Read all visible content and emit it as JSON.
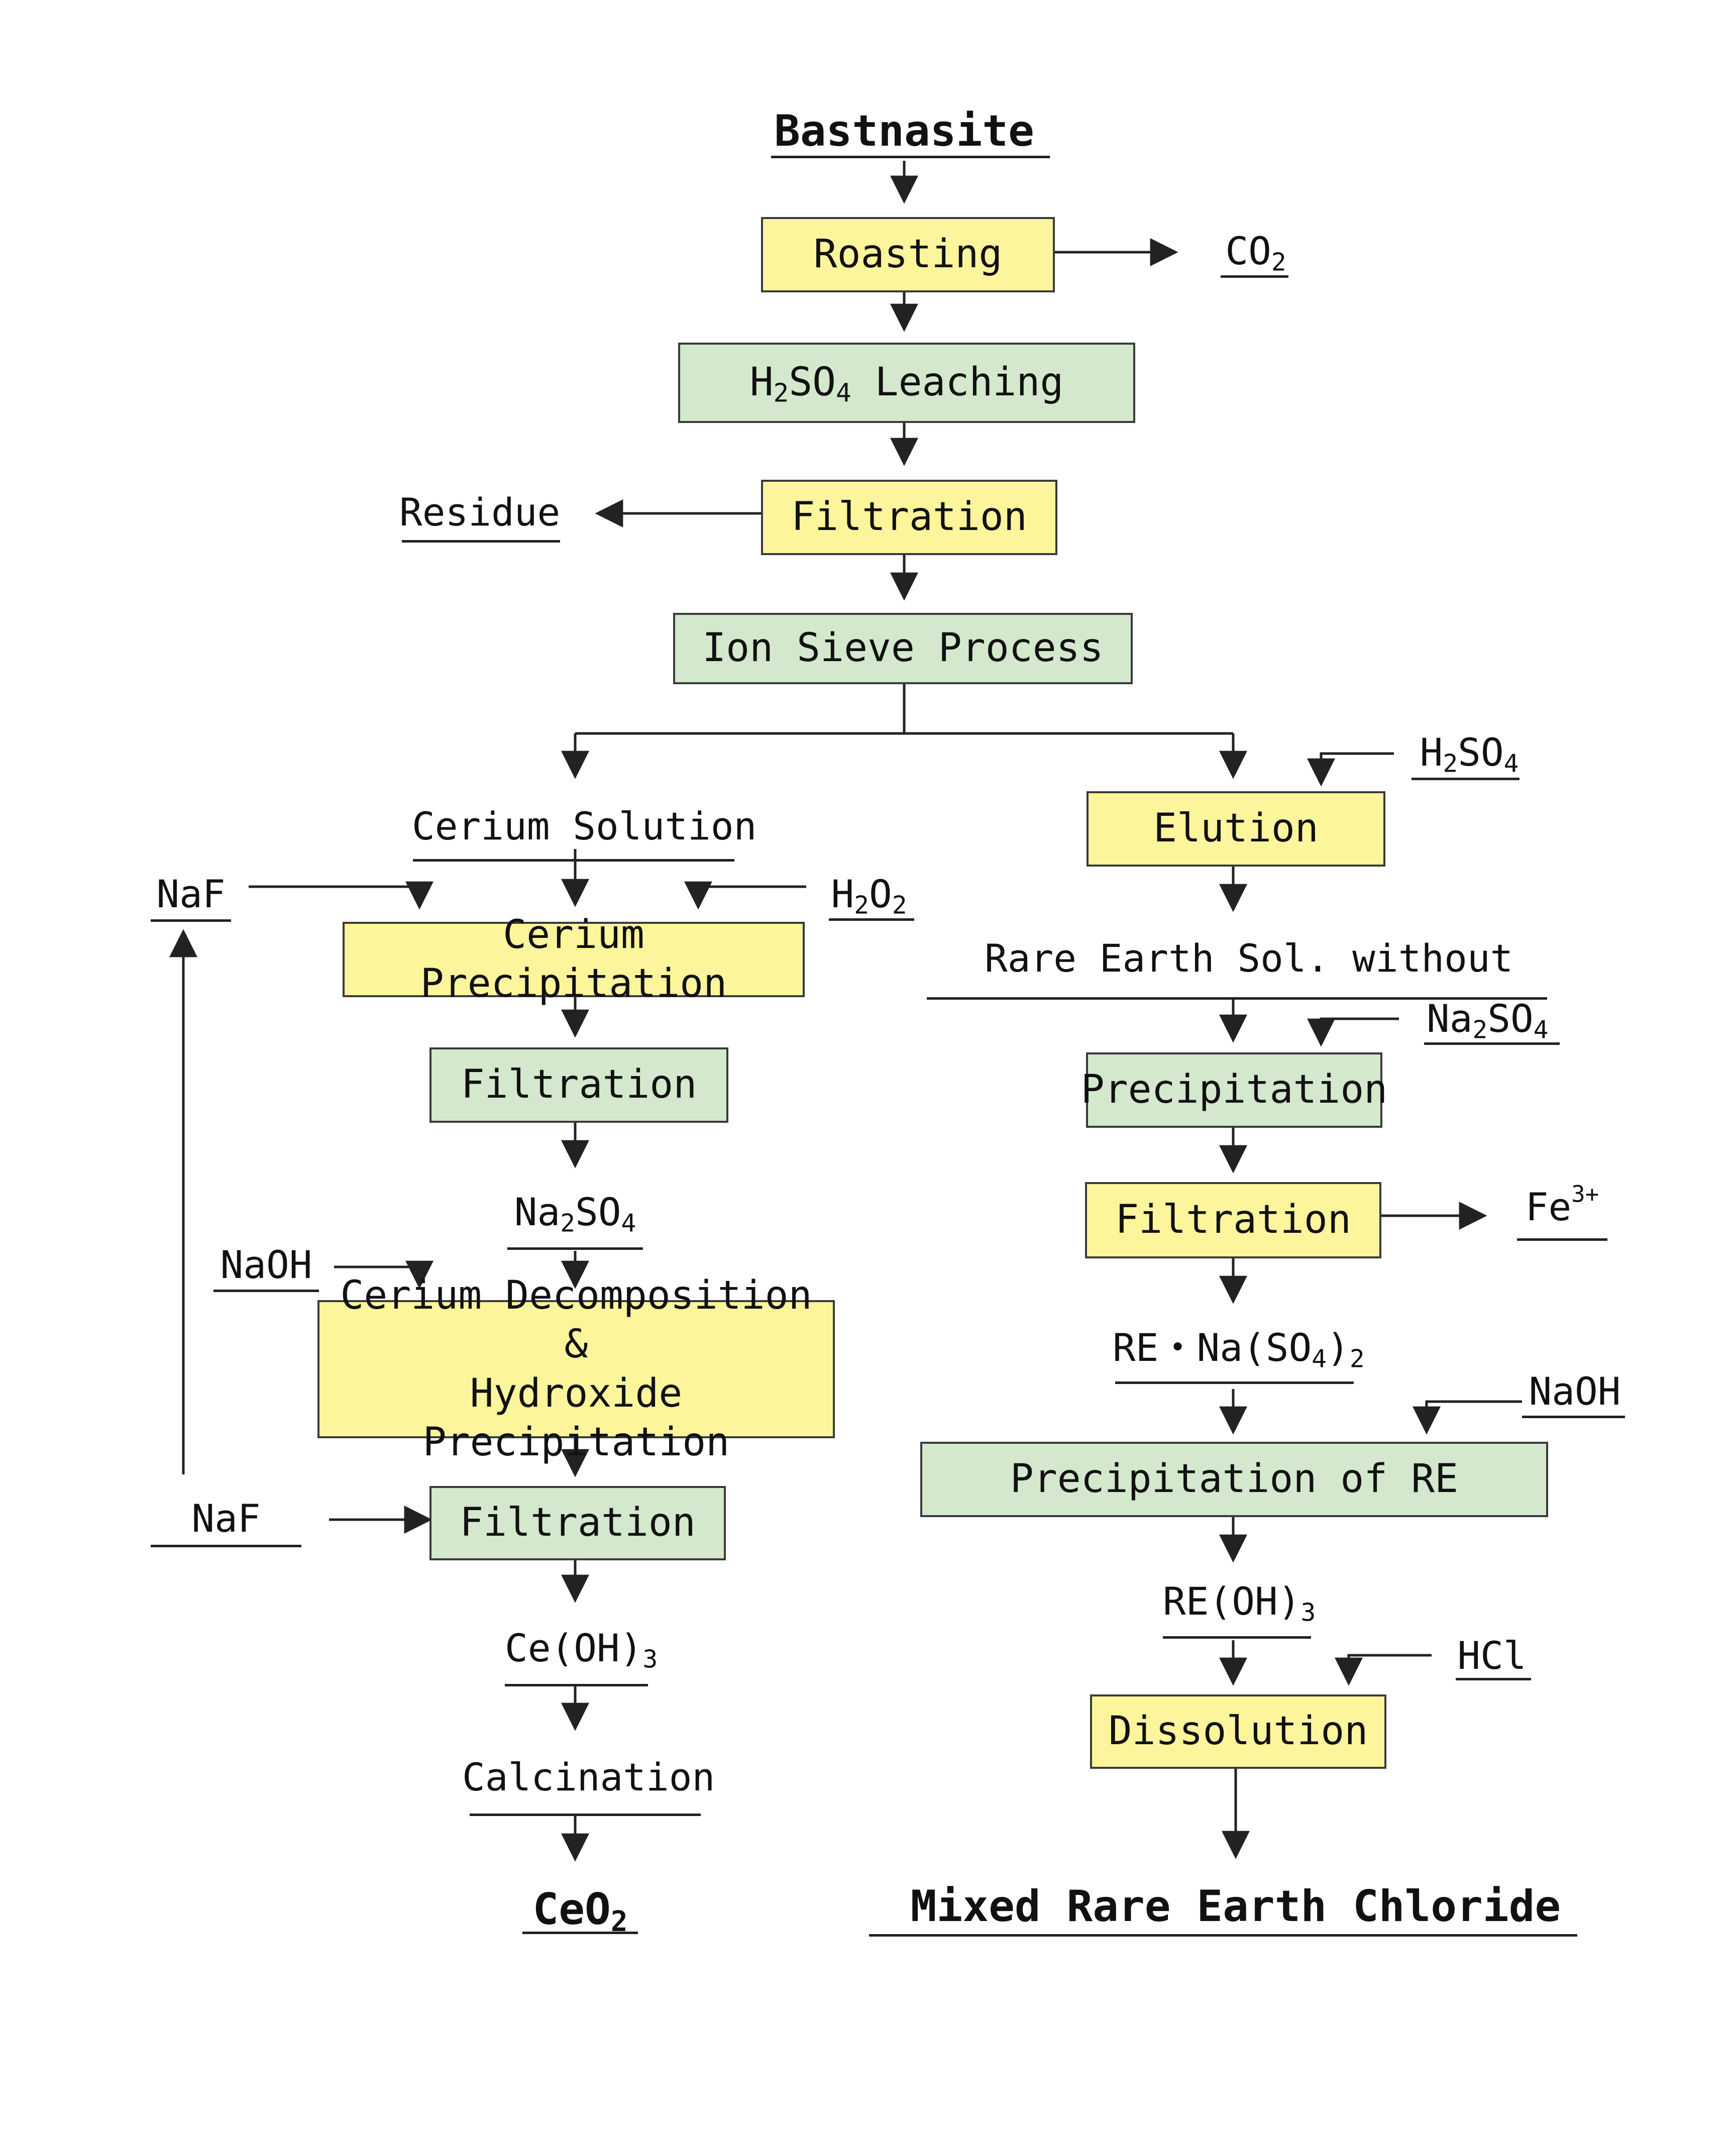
{
  "title": "Bastnasite",
  "boxes": {
    "roasting": "Roasting",
    "leaching": "Leaching",
    "filtration_main": "Filtration",
    "ion_sieve": "Ion Sieve Process",
    "elution": "Elution",
    "cerium_precip": "Cerium Precipitation",
    "filtration_ce1": "Filtration",
    "cerium_decomp_line1": "Cerium Decomposition &",
    "cerium_decomp_line2": "Hydroxide Precipitation",
    "filtration_ce2": "Filtration",
    "precipitation": "Precipitation",
    "filtration_re": "Filtration",
    "precip_re": "Precipitation of RE",
    "dissolution": "Dissolution"
  },
  "labels": {
    "co2": "CO",
    "residue": "Residue",
    "cerium_solution": "Cerium Solution",
    "naf_top": "NaF",
    "h2o2": "H",
    "na2so4_left": "Na",
    "naoh_left": "NaOH",
    "naf_bottom": "NaF",
    "ce_oh3": "Ce(OH)",
    "calcination": "Calcination",
    "ceo2": "CeO",
    "h2so4_right": "H",
    "rare_earth_sol": "Rare Earth Sol. without",
    "na2so4_right": "Na",
    "fe": "Fe",
    "re_na_so4": "RE・Na(SO",
    "naoh_right": "NaOH",
    "re_oh3": "RE(OH)",
    "hcl": "HCl",
    "mixed_re_chloride": "Mixed Rare Earth Chloride"
  },
  "subscripts": {
    "two": "2",
    "three": "3",
    "four": "4",
    "so": "SO",
    "fe_charge": "3+",
    "h2so4_prefix": "H",
    "h2so4_mid": "SO"
  },
  "colors": {
    "yellow_box": "#fdf59b",
    "green_box": "#d3e8cc",
    "line": "#222222"
  }
}
